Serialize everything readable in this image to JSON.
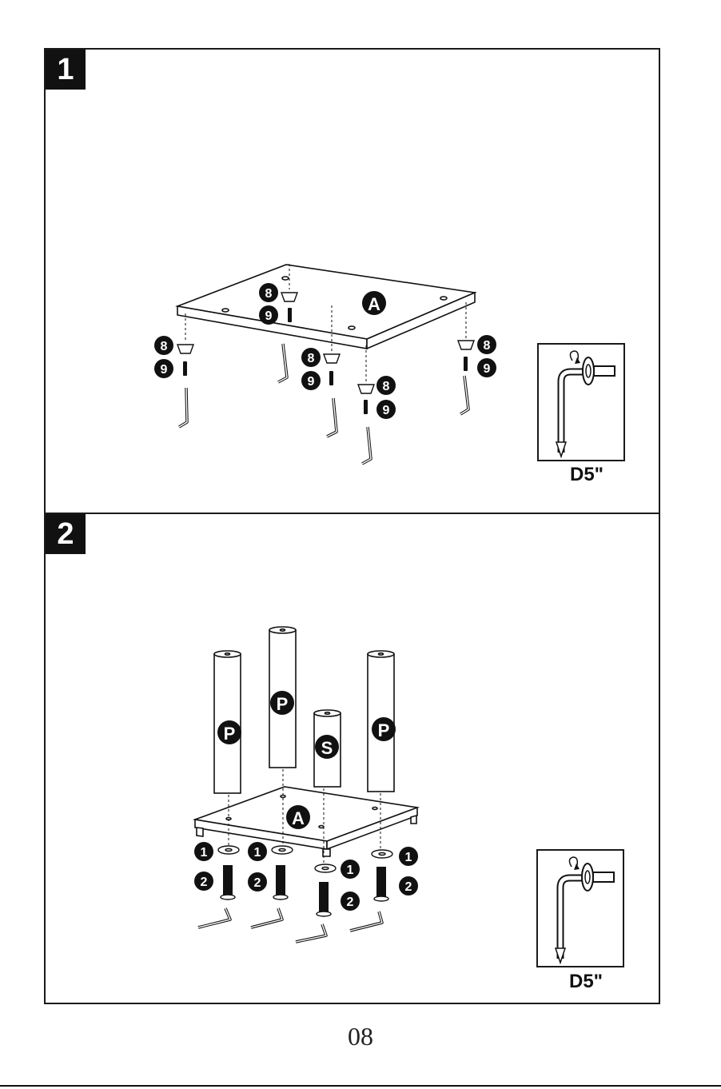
{
  "steps": [
    {
      "number": "1",
      "part_labels": {
        "board": "A",
        "glide": "8",
        "screw": "9"
      },
      "tool_label": "D5\""
    },
    {
      "number": "2",
      "part_labels": {
        "board": "A",
        "post_long": "P",
        "post_short": "S",
        "washer": "1",
        "bolt": "2"
      },
      "tool_label": "D5\""
    }
  ],
  "page_number": "08"
}
